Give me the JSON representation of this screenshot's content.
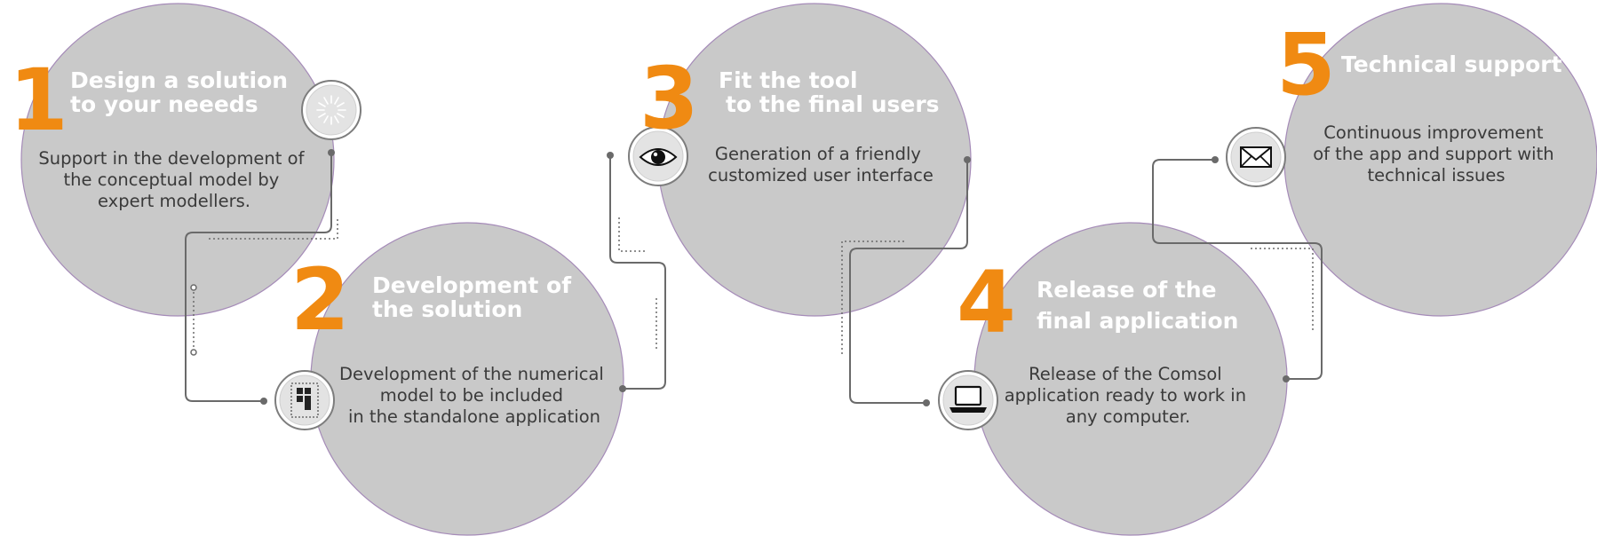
{
  "colors": {
    "circle_fill": "#c9c9c9",
    "circle_stroke": "#a58bb8",
    "number": "#f08a12",
    "title": "#ffffff",
    "description": "#3a3a3a",
    "connector": "#6a6a6a",
    "icon_fill": "#e3e3e3",
    "icon_stroke": "#7d7d7d"
  },
  "steps": [
    {
      "number": "1",
      "title": [
        "Design a solution",
        "to your neeeds"
      ],
      "description": [
        "Support in the development of",
        "the conceptual model by",
        "expert modellers."
      ],
      "icon": "loading-spinner-icon"
    },
    {
      "number": "2",
      "title": [
        "Development of",
        "the solution"
      ],
      "description": [
        "Development of the numerical",
        "model to be included",
        "in the standalone application"
      ],
      "icon": "blocks-icon"
    },
    {
      "number": "3",
      "title": [
        "Fit the tool",
        "to the final users"
      ],
      "description": [
        "Generation of a friendly",
        "customized user interface"
      ],
      "icon": "eye-icon"
    },
    {
      "number": "4",
      "title": [
        "Release of the",
        "final application"
      ],
      "description": [
        "Release of the Comsol",
        "application ready to work in",
        "any computer."
      ],
      "icon": "laptop-icon"
    },
    {
      "number": "5",
      "title": [
        "Technical support"
      ],
      "description": [
        "Continuous improvement",
        "of the app and support with",
        "technical issues"
      ],
      "icon": "envelope-icon"
    }
  ]
}
